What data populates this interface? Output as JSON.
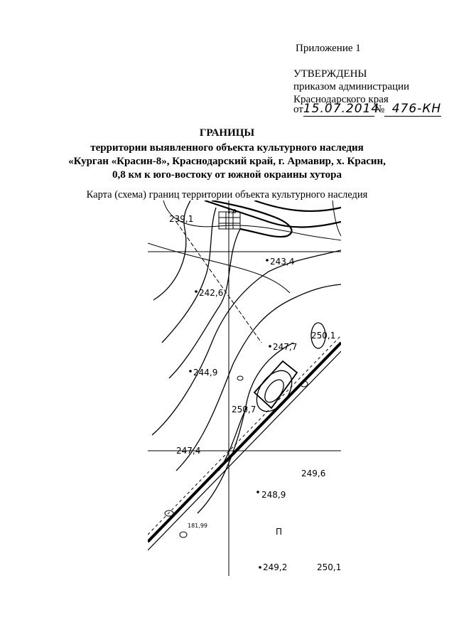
{
  "header": {
    "appendix": "Приложение 1",
    "approved_title": "УТВЕРЖДЕНЫ",
    "approved_by_line1": "приказом администрации",
    "approved_by_line2": "Краснодарского края",
    "order_prefix": "от",
    "order_date": "15.07.2014",
    "order_number_sign": "№",
    "order_number": "476-КН"
  },
  "title": {
    "heading": "ГРАНИЦЫ",
    "line1": "территории выявленного объекта культурного наследия",
    "line2": "«Курган «Красин-8», Краснодарский край, г. Армавир, х. Красин,",
    "line3": "0,8 км к юго-востоку от южной окраины хутора"
  },
  "map": {
    "caption": "Карта (схема) границ территории объекта культурного наследия",
    "elevations": [
      "239,1",
      "243,4",
      "242,6",
      "247,7",
      "250,1",
      "244,9",
      "250,7",
      "247,4",
      "249,6",
      "248,9",
      "249,2",
      "250,1"
    ],
    "small_labels": [
      "1,0",
      "181,99",
      "П"
    ]
  }
}
